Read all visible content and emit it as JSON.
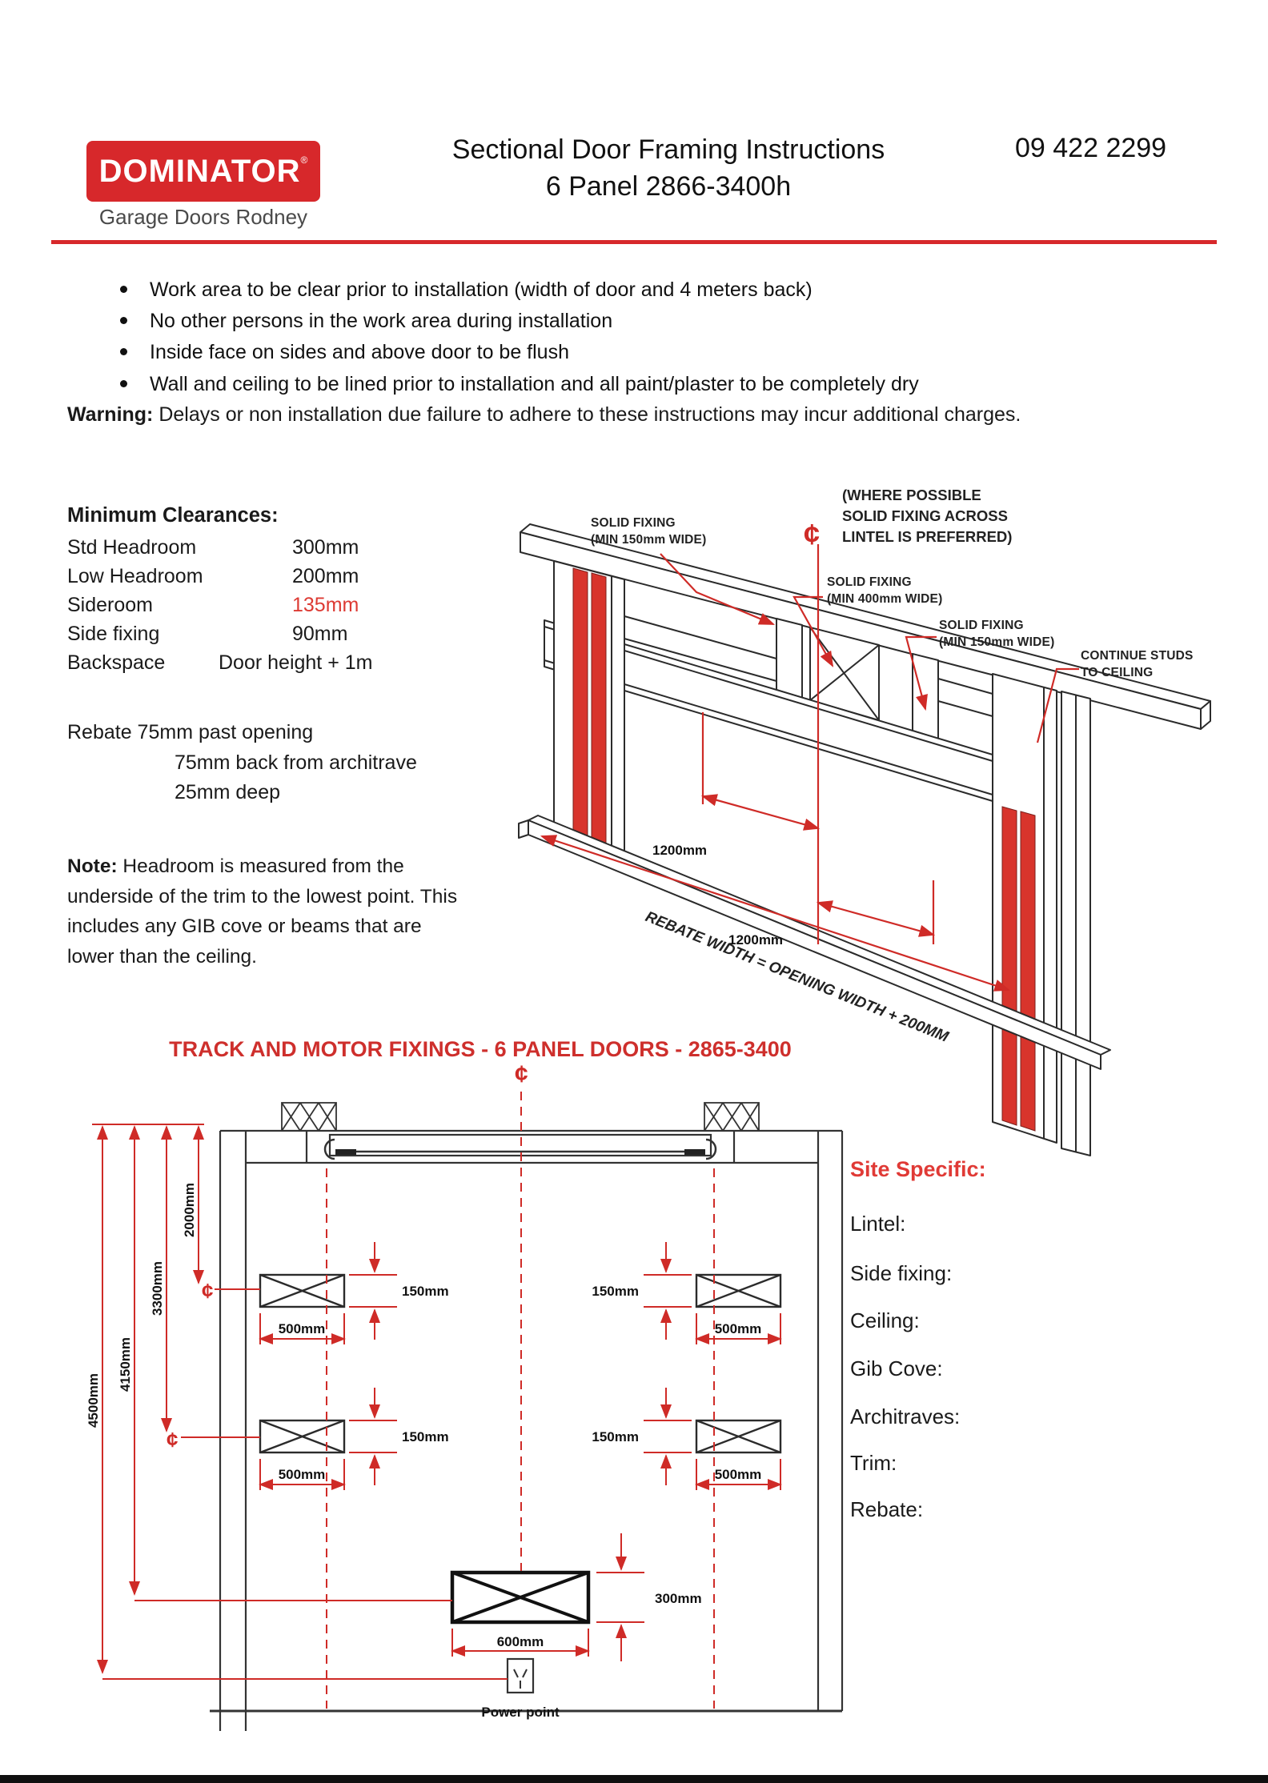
{
  "colors": {
    "logo_red": "#d7282b",
    "accent_red": "#d2322e",
    "diagram_red": "#cf2b27",
    "text_black": "#111111",
    "subtitle_gray": "#4a4a4a"
  },
  "header": {
    "logo_text": "DOMINATOR",
    "logo_registered": "®",
    "logo_subtitle": "Garage Doors Rodney",
    "title_line1": "Sectional Door Framing Instructions",
    "title_line2": "6 Panel 2866-3400h",
    "phone": "09 422 2299"
  },
  "intro": {
    "bullets": [
      "Work area to be clear prior to installation (width of door and 4 meters back)",
      "No other persons in the work area during installation",
      "Inside face on sides and above door to be flush",
      "Wall and ceiling to be lined prior to installation and all paint/plaster to be completely dry"
    ],
    "warning_label": "Warning:",
    "warning_text": "Delays or non installation due failure to adhere to these instructions may incur additional charges."
  },
  "clearances": {
    "heading": "Minimum Clearances:",
    "rows": [
      {
        "label": "Std Headroom",
        "value": "300mm"
      },
      {
        "label": "Low Headroom",
        "value": "200mm"
      },
      {
        "label": "Sideroom",
        "value": "135mm"
      },
      {
        "label": "Side fixing",
        "value": "90mm"
      },
      {
        "label": "Backspace",
        "value": "Door height + 1m"
      }
    ],
    "rebate_lines": [
      "Rebate 75mm past opening",
      "75mm back from architrave",
      "25mm deep"
    ]
  },
  "note": {
    "label": "Note:",
    "text": "Headroom is measured from the underside of the trim to the lowest point. This includes any GIB cove or beams that are lower than the ceiling."
  },
  "framing_diagram": {
    "where_possible": [
      "(WHERE POSSIBLE",
      "SOLID FIXING ACROSS",
      "LINTEL IS PREFERRED)"
    ],
    "solid_fixing_left": [
      "SOLID FIXING",
      "(MIN 150mm WIDE)"
    ],
    "solid_fixing_center": [
      "SOLID FIXING",
      "(MIN 400mm WIDE)"
    ],
    "solid_fixing_right": [
      "SOLID FIXING",
      "(MIN 150mm WIDE)"
    ],
    "continue_studs": [
      "CONTINUE STUDS",
      "TO CEILING"
    ],
    "dim_1200_a": "1200mm",
    "dim_1200_b": "1200mm",
    "rebate_note": "REBATE WIDTH = OPENING WIDTH + 200MM",
    "centerline": "¢"
  },
  "track_diagram": {
    "heading": "TRACK AND MOTOR FIXINGS - 6 PANEL DOORS - 2865-3400",
    "centerline": "¢",
    "dim_4500": "4500mm",
    "dim_4150": "4150mm",
    "dim_3300": "3300mm",
    "dim_2000": "2000mm",
    "dim_150": "150mm",
    "dim_500": "500mm",
    "dim_300": "300mm",
    "dim_600": "600mm",
    "power_point": "Power point"
  },
  "site_specific": {
    "heading": "Site Specific:",
    "items": [
      "Lintel:",
      "Side fixing:",
      "Ceiling:",
      "Gib Cove:",
      "Architraves:",
      "Trim:",
      "Rebate:"
    ]
  }
}
